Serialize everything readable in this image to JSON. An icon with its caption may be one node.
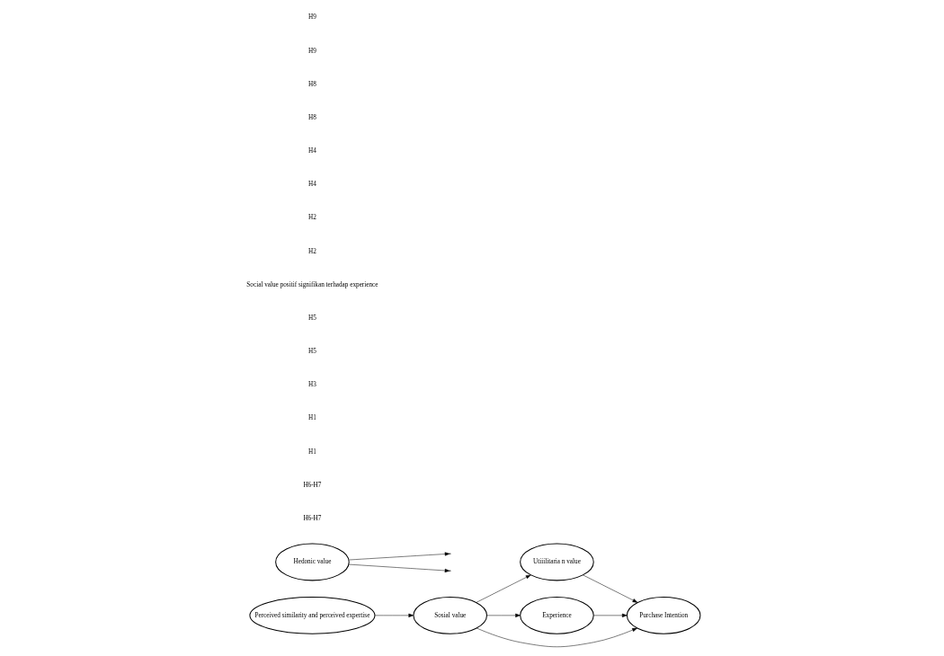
{
  "diagram": {
    "nodes": [
      {
        "text": [
          "Perceived similarity and perceived expertise"
        ]
      },
      {
        "text": [
          "Utiiilitaria n value"
        ]
      },
      {
        "text": [
          "Sosial value"
        ]
      },
      {
        "text": [
          "Experience"
        ]
      },
      {
        "text": [
          "Purchase Intention"
        ]
      },
      {
        "text": [
          "Hedonic value"
        ]
      }
    ],
    "edges": [
      {
        "from": 0,
        "to": 2,
        "arrow": "to"
      },
      {
        "from": 2,
        "to": 1,
        "arrow": "to"
      },
      {
        "from": 2,
        "to": 3,
        "arrow": "to"
      },
      {
        "from": 1,
        "to": 4,
        "arrow": "to"
      },
      {
        "from": 3,
        "to": 4,
        "arrow": "to"
      },
      {
        "from": 2,
        "to": 4,
        "arrow": "to"
      },
      {
        "from": 5,
        "to": null,
        "arrow": "to"
      },
      {
        "from": 5,
        "to": null,
        "arrow": "to"
      }
    ],
    "labels": [
      "H6-H7",
      "H6-H7",
      "H1",
      "H1",
      "H3",
      "H5",
      "H5",
      "Social value positif signifikan terhadap experience",
      "H2",
      "H2",
      "H4",
      "H4",
      "H8",
      "H8",
      "H9",
      "H9"
    ]
  }
}
